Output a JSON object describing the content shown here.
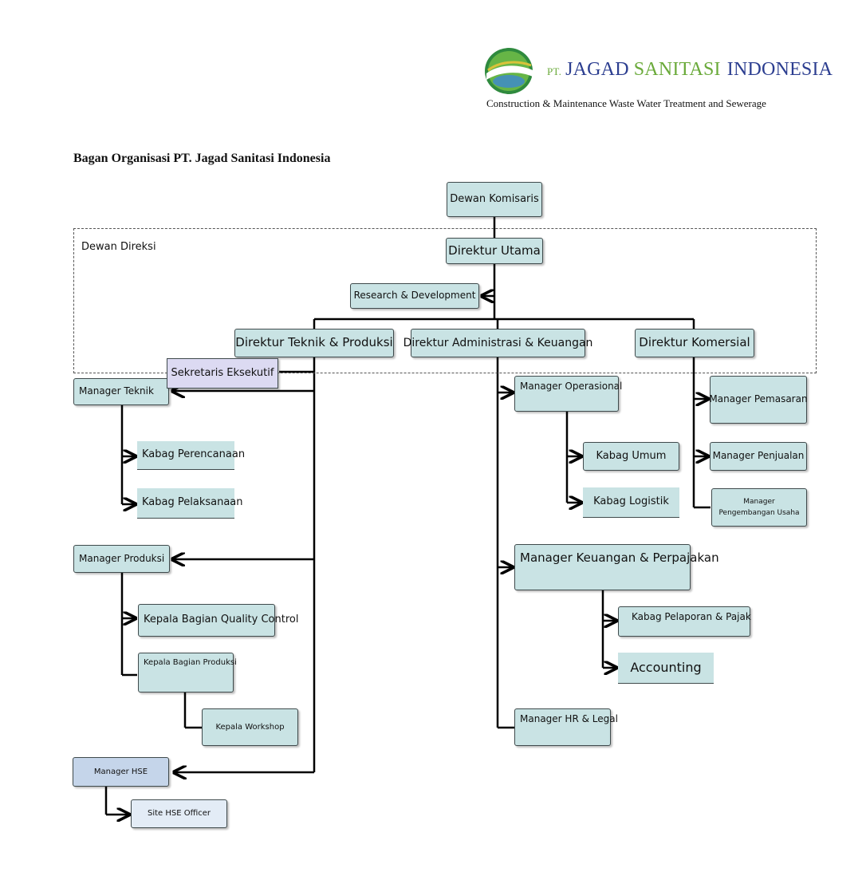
{
  "header": {
    "brand_pt": "PT.",
    "brand_jagad": "JAGAD",
    "brand_sanitasi": "SANITASI",
    "brand_indonesia": "INDONESIA",
    "tagline": "Construction & Maintenance Waste Water Treatment and Sewerage",
    "logo_icon": "jagad-sanitasi-logo-icon"
  },
  "title": "Bagan Organisasi PT. Jagad Sanitasi Indonesia",
  "direksi_label": "Dewan Direksi",
  "colors": {
    "box_fill": "#c9e3e4",
    "box_border": "#3f4a4c",
    "hse_fill": "#c5d5ea",
    "officer_fill": "#e3ecf6",
    "sekretaris_fill": "#dcdaf2",
    "brand_blue": "#2c3e90",
    "brand_green": "#6aaa3a"
  },
  "nodes": {
    "dewan_komisaris": "Dewan Komisaris",
    "direktur_utama": "Direktur Utama",
    "research_development": "Research & Development",
    "direktur_teknik": "Direktur Teknik & Produksi",
    "direktur_admin": "Direktur Administrasi & Keuangan",
    "direktur_komersial": "Direktur Komersial",
    "sekretaris": "Sekretaris Eksekutif",
    "manager_teknik": "Manager Teknik",
    "kabag_perencanaan": "Kabag Perencanaan",
    "kabag_pelaksanaan": "Kabag Pelaksanaan",
    "manager_produksi": "Manager Produksi",
    "kepala_qc": "Kepala Bagian Quality Control",
    "kepala_produksi": "Kepala Bagian Produksi",
    "kepala_workshop": "Kepala Workshop",
    "manager_hse": "Manager HSE",
    "site_hse": "Site HSE Officer",
    "manager_operasional": "Manager Operasional",
    "kabag_umum": "Kabag Umum",
    "kabag_logistik": "Kabag Logistik",
    "manager_keuangan": "Manager Keuangan & Perpajakan",
    "kabag_pelaporan": "Kabag Pelaporan & Pajak",
    "accounting": "Accounting",
    "manager_hr": "Manager HR & Legal",
    "manager_pemasaran": "Manager Pemasaran",
    "manager_penjualan": "Manager Penjualan",
    "manager_pengembangan": "Manager Pengembangan Usaha"
  }
}
